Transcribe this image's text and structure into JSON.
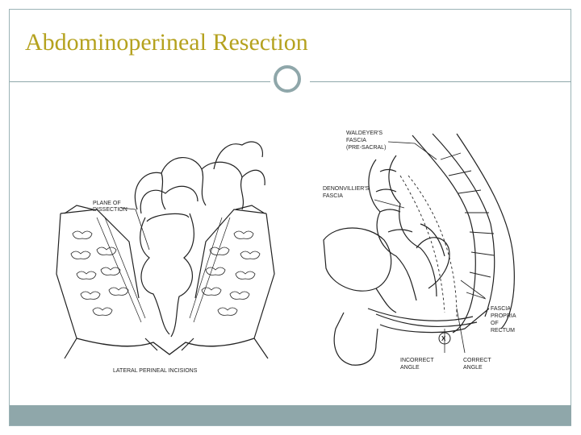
{
  "slide": {
    "title": "Abdominoperineal Resection"
  },
  "figure_left": {
    "labels": {
      "plane_of_dissection_1": "PLANE OF",
      "plane_of_dissection_2": "DISSECTION",
      "lateral_incisions": "LATERAL PERINEAL INCISIONS"
    }
  },
  "figure_right": {
    "labels": {
      "waldeyer_1": "WALDEYER'S",
      "waldeyer_2": "FASCIA",
      "waldeyer_3": "(PRE-SACRAL)",
      "denonvilliers_1": "DENONVILLIER'S",
      "denonvilliers_2": "FASCIA",
      "fascia_propria_1": "FASCIA",
      "fascia_propria_2": "PROPRIA",
      "fascia_propria_3": "OF",
      "fascia_propria_4": "RECTUM",
      "x_mark": "X",
      "incorrect_1": "INCORRECT",
      "incorrect_2": "ANGLE",
      "correct_1": "CORRECT",
      "correct_2": "ANGLE"
    }
  },
  "theme": {
    "title_color": "#b5a21f",
    "accent_color": "#8fa7aa"
  }
}
